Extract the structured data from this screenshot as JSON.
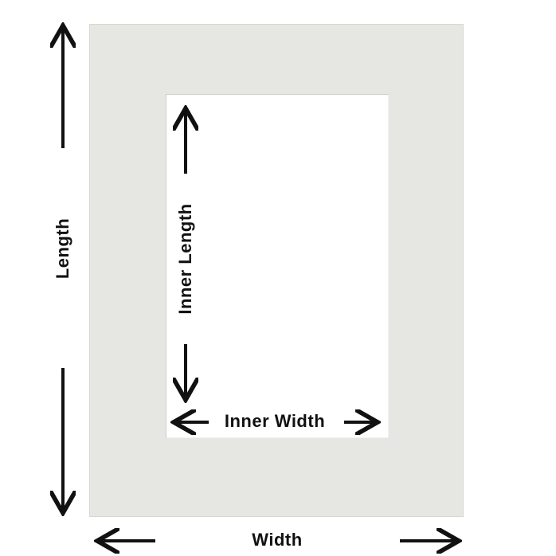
{
  "labels": {
    "length": "Length",
    "inner_length": "Inner Length",
    "inner_width": "Inner Width",
    "width": "Width"
  },
  "colors": {
    "mat": "#e6e6e2",
    "window": "#ffffff",
    "arrow": "#111111"
  }
}
